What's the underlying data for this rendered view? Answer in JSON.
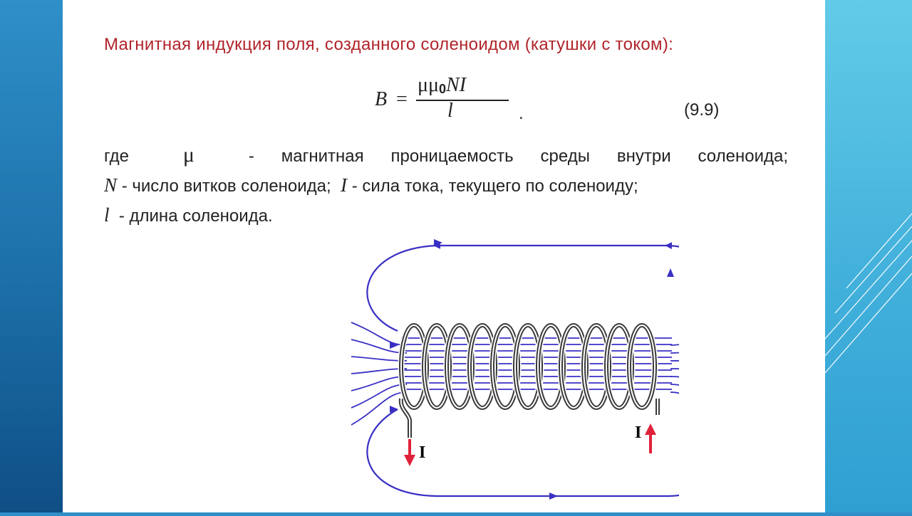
{
  "slide": {
    "heading": "Магнитная индукция поля, созданного соленоидом (катушки с током):",
    "formula": {
      "lhs": "B",
      "equals": "=",
      "numerator_mu": "μμ",
      "numerator_sub": "0",
      "numerator_rest": "NI",
      "denominator": "l",
      "trailing_dot": ".",
      "number": "(9.9)"
    },
    "description": {
      "line1_prefix": "где",
      "line1_symbol": "μ",
      "line1_text": "- магнитная проницаемость среды внутри соленоида;",
      "line2_symbol_n": "N",
      "line2_text_n": "- число витков соленоида;",
      "line2_symbol_i": "I",
      "line2_text_i": "- сила тока, текущего по соленоиду;",
      "line3_symbol": "l",
      "line3_text": "- длина соленоида."
    },
    "diagram": {
      "current_label_left": "I",
      "current_label_right": "I",
      "field_color": "#3a2fc4",
      "coil_color": "#3a3a3a",
      "current_color": "#e0213a"
    }
  },
  "colors": {
    "heading": "#b0242a",
    "background": "#1c6fa8",
    "accent": "#44b2dc"
  }
}
